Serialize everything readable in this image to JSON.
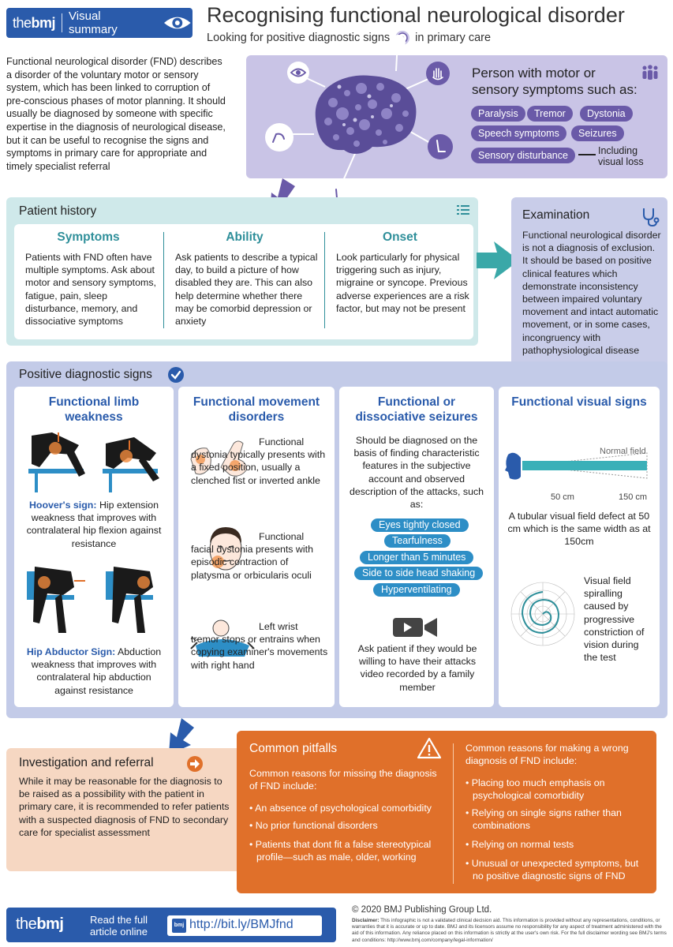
{
  "header": {
    "logo_the": "the",
    "logo_bmj": "bmj",
    "badge_label": "Visual summary",
    "title": "Recognising functional neurological disorder",
    "subtitle_pre": "Looking for positive diagnostic signs",
    "subtitle_post": "in primary care"
  },
  "intro": "Functional neurological disorder (FND) describes a disorder of the voluntary motor or sensory system, which has been linked to corruption of pre-conscious phases of motor planning. It should usually be diagnosed by someone with specific expertise in the diagnosis of neurological disease, but it can be useful to recognise the signs and symptoms in primary care for appropriate and timely specialist referral",
  "person": {
    "title": "Person with motor or sensory symptoms such as:",
    "symptoms": [
      "Paralysis",
      "Tremor",
      "Dystonia",
      "Speech symptoms",
      "Seizures",
      "Sensory disturbance"
    ],
    "including": "Including visual loss"
  },
  "history": {
    "title": "Patient history",
    "columns": [
      {
        "heading": "Symptoms",
        "text": "Patients with FND often have multiple symptoms. Ask about motor and sensory symptoms, fatigue, pain, sleep disturbance, memory, and dissociative symptoms"
      },
      {
        "heading": "Ability",
        "text": "Ask patients to describe a typical day, to build a picture of how disabled they are. This can also help determine whether there may be comorbid depression or anxiety"
      },
      {
        "heading": "Onset",
        "text": "Look particularly for physical triggering such as injury, migraine or syncope. Previous adverse experiences are a risk factor, but may not be present"
      }
    ]
  },
  "examination": {
    "title": "Examination",
    "text": "Functional neurological disorder is not a diagnosis of exclusion. It should be based on positive clinical features which demonstrate inconsistency between impaired voluntary movement and intact automatic movement, or in some cases, incongruency with pathophysiological disease"
  },
  "signs": {
    "title": "Positive diagnostic signs",
    "limb": {
      "heading": "Functional limb weakness",
      "hoover_label": "Hoover's sign:",
      "hoover_text": " Hip extension weakness that improves with contralateral hip flexion against resistance",
      "abductor_label": "Hip Abductor Sign:",
      "abductor_text": " Abduction weakness that improves with contralateral hip abduction against resistance"
    },
    "movement": {
      "heading": "Functional movement disorders",
      "dystonia": "Functional dystonia typically presents with a fixed position, usually a clenched fist or inverted ankle",
      "facial": "Functional facial dystonia presents with episodic contraction of platysma or orbicularis oculi",
      "tremor": "Left wrist tremor stops or entrains when copying examiner's movements with right hand"
    },
    "seizures": {
      "heading": "Functional or dissociative seizures",
      "text": "Should be diagnosed on the basis of finding characteristic features in the subjective account and observed description of the attacks, such as:",
      "features": [
        "Eyes tightly closed",
        "Tearfulness",
        "Longer than 5 minutes",
        "Side to side head shaking",
        "Hyperventilating"
      ],
      "video": "Ask patient if they would be willing to have their attacks video recorded by a family member"
    },
    "visual": {
      "heading": "Functional visual signs",
      "normal_field": "Normal field",
      "d50": "50 cm",
      "d150": "150 cm",
      "tubular": "A tubular visual field defect at 50 cm which is the same width as at 150cm",
      "spiral": "Visual field spiralling caused by progressive constriction of vision during the test"
    }
  },
  "investigation": {
    "title": "Investigation and referral",
    "text": "While it may be reasonable for the diagnosis to be raised as a possibility with the patient in primary care, it is recommended to refer patients with a suspected diagnosis of FND to secondary care for specialist assessment"
  },
  "pitfalls": {
    "title": "Common pitfalls",
    "missing_intro": "Common reasons for missing the diagnosis of FND include:",
    "missing": [
      "An absence of psychological comorbidity",
      "No prior functional disorders",
      "Patients that dont fit a false stereotypical profile—such as male, older, working"
    ],
    "wrong_intro": "Common reasons for making a wrong diagnosis of FND include:",
    "wrong": [
      "Placing too much emphasis on psychological comorbidity",
      "Relying on single signs rather than combinations",
      "Relying on normal tests",
      "Unusual or unexpected symptoms, but no positive diagnostic signs of FND"
    ]
  },
  "footer": {
    "logo_the": "the",
    "logo_bmj": "bmj",
    "read": "Read the full article online",
    "link_icon": "bmj",
    "link": "http://bit.ly/BMJfnd",
    "copyright": "© 2020 BMJ Publishing Group Ltd.",
    "disclaimer_label": "Disclaimer:",
    "disclaimer": " This infographic is not a validated clinical decision aid. This information is provided without any representations, conditions, or warranties that it is accurate or up to date. BMJ and its licensors assume no responsibility for any aspect of treatment administered with the aid of this information. Any reliance placed on this information is strictly at the user's own risk. For the full disclaimer wording see BMJ's terms and conditions: http://www.bmj.com/company/legal-information/"
  },
  "colors": {
    "bmj_blue": "#2a5bab",
    "purple": "#6a5aa8",
    "lavender": "#c9c4e6",
    "teal": "#2f8f9a",
    "teal_bg": "#cfe9ea",
    "orange": "#e0702a",
    "peach": "#f6d7c2"
  }
}
